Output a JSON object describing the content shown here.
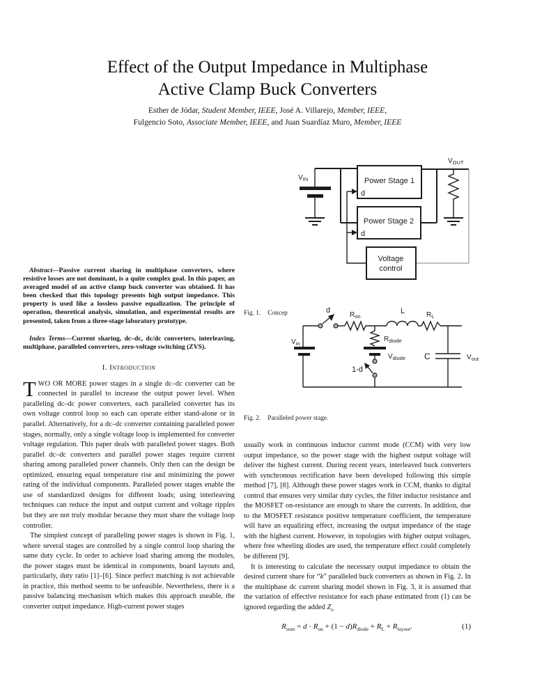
{
  "paper": {
    "title_line1": "Effect of the Output Impedance in Multiphase",
    "title_line2": "Active Clamp Buck Converters",
    "authors_line1": [
      {
        "t": "Esther de Jódar, "
      },
      {
        "t": "Student Member, IEEE",
        "i": 1
      },
      {
        "t": ", José A. Villarejo, "
      },
      {
        "t": "Member, IEEE",
        "i": 1
      },
      {
        "t": ","
      }
    ],
    "authors_line2": [
      {
        "t": "Fulgencio Soto, "
      },
      {
        "t": "Associate Member, IEEE",
        "i": 1
      },
      {
        "t": ", and Juan Suardíaz Muro, "
      },
      {
        "t": "Member, IEEE",
        "i": 1
      }
    ]
  },
  "abstract": [
    {
      "t": "Abstract—",
      "i": 1
    },
    {
      "t": "Passive current sharing in multiphase converters, where resistive losses are not dominant, is a quite complex goal. In this paper, an averaged model of an active clamp buck converter was obtained. It has been checked that this topology presents high output impedance. This property is used like a lossless passive equalization. The principle of operation, theoretical analysis, simulation, and experimental results are presented, taken from a three-stage laboratory prototype."
    }
  ],
  "index_terms": [
    {
      "t": "Index Terms—",
      "i": 1
    },
    {
      "t": "Current sharing, dc–dc, dc/dc converters, interleaving, multiphase, paralleled converters, zero-voltage switching (ZVS)."
    }
  ],
  "section1": {
    "heading_num": "I. ",
    "heading_text": "Introduction",
    "dropcap": "T",
    "para1_lead": "WO OR MORE",
    "para1_rest": " power stages in a single dc–dc converter can be connected in parallel to increase the output power level. When paralleling dc–dc power converters, each paralleled converter has its own voltage control loop so each can operate either stand-alone or in parallel. Alternatively, for a dc–dc converter containing paralleled power stages, normally, only a single voltage loop is implemented for converter voltage regulation. This paper deals with paralleled power stages. Both parallel dc–dc converters and parallel power stages require current sharing among paralleled power channels. Only then can the design be optimized, ensuring equal temperature rise and minimizing the power rating of the individual components. Paralleled power stages enable the use of standardized designs for different loads; using interleaving techniques can reduce the input and output current and voltage ripples but they are not truly modular because they must share the voltage loop controller.",
    "para2": "The simplest concept of paralleling power stages is shown in Fig. 1, where several stages are controlled by a single control loop sharing the same duty cycle. In order to achieve load sharing among the modules, the power stages must be identical in components, board layouts and, particularly, duty ratio [1]–[6]. Since perfect matching is not achievable in practice, this method seems to be unfeasible. Nevertheless, there is a passive balancing mechanism which makes this approach useable, the converter output impedance. High-current power stages"
  },
  "right_column": {
    "para1": "usually work in continuous inductor current mode (CCM) with very low output impedance, so the power stage with the highest output voltage will deliver the highest current. During recent years, interleaved buck converters with synchronous rectification have been developed following this simple method [7], [8]. Although these power stages work in CCM, thanks to digital control that ensures very similar duty cycles, the filter inductor resistance and the MOSFET on-resistance are enough to share the currents. In addition, due to the MOSFET resistance positive temperature coefficient, the temperature will have an equalizing effect, increasing the output impedance of the stage with the highest current. However, in topologies with higher output voltages, where free wheeling diodes are used, the temperature effect could completely be different [9].",
    "para2": [
      {
        "t": "It is interesting to calculate the necessary output impedance to obtain the desired current share for “"
      },
      {
        "t": "k",
        "i": 1
      },
      {
        "t": "” paralleled buck converters as shown in Fig. 2. In the multiphase dc current sharing model shown in Fig. 3, it is assumed that the variation of effective resistance for each phase estimated from (1) can be ignored regarding the added "
      },
      {
        "t": "Z",
        "i": 1
      },
      {
        "t": "o",
        "s": 1
      }
    ],
    "equation": [
      {
        "t": "R",
        "i": 1
      },
      {
        "t": "sum",
        "s": 1
      },
      {
        "t": " = "
      },
      {
        "t": "d",
        "i": 1
      },
      {
        "t": " · "
      },
      {
        "t": "R",
        "i": 1
      },
      {
        "t": "on",
        "s": 1
      },
      {
        "t": " + (1 − "
      },
      {
        "t": "d",
        "i": 1
      },
      {
        "t": ")"
      },
      {
        "t": "R",
        "i": 1
      },
      {
        "t": "diode",
        "s": 1
      },
      {
        "t": " + "
      },
      {
        "t": "R",
        "i": 1
      },
      {
        "t": "L",
        "s": 1
      },
      {
        "t": " + "
      },
      {
        "t": "R",
        "i": 1
      },
      {
        "t": "layout",
        "s": 1
      },
      {
        "t": "."
      }
    ],
    "equation_number": "(1)"
  },
  "fig1": {
    "caption_label": "Fig. 1.",
    "caption_text": "Concep",
    "labels": {
      "vin": "V",
      "vin_sub": "IN",
      "vout": "V",
      "vout_sub": "OUT",
      "ps1": "Power Stage 1",
      "ps2": "Power Stage 2",
      "d1": "d",
      "d2": "d",
      "vc_line1": "Voltage",
      "vc_line2": "control"
    }
  },
  "fig2": {
    "caption_label": "Fig. 2.",
    "caption_text": "Paralleled power stage.",
    "labels": {
      "d": "d",
      "ron": "R",
      "ron_sub": "on",
      "l": "L",
      "rl": "R",
      "rl_sub": "L",
      "rdiode": "R",
      "rdiode_sub": "diode",
      "vdiode": "V",
      "vdiode_sub": "diode",
      "vin": "V",
      "vin_sub": "in",
      "switch2": "1-d",
      "c": "C",
      "vout": "V",
      "vout_sub": "out"
    }
  }
}
